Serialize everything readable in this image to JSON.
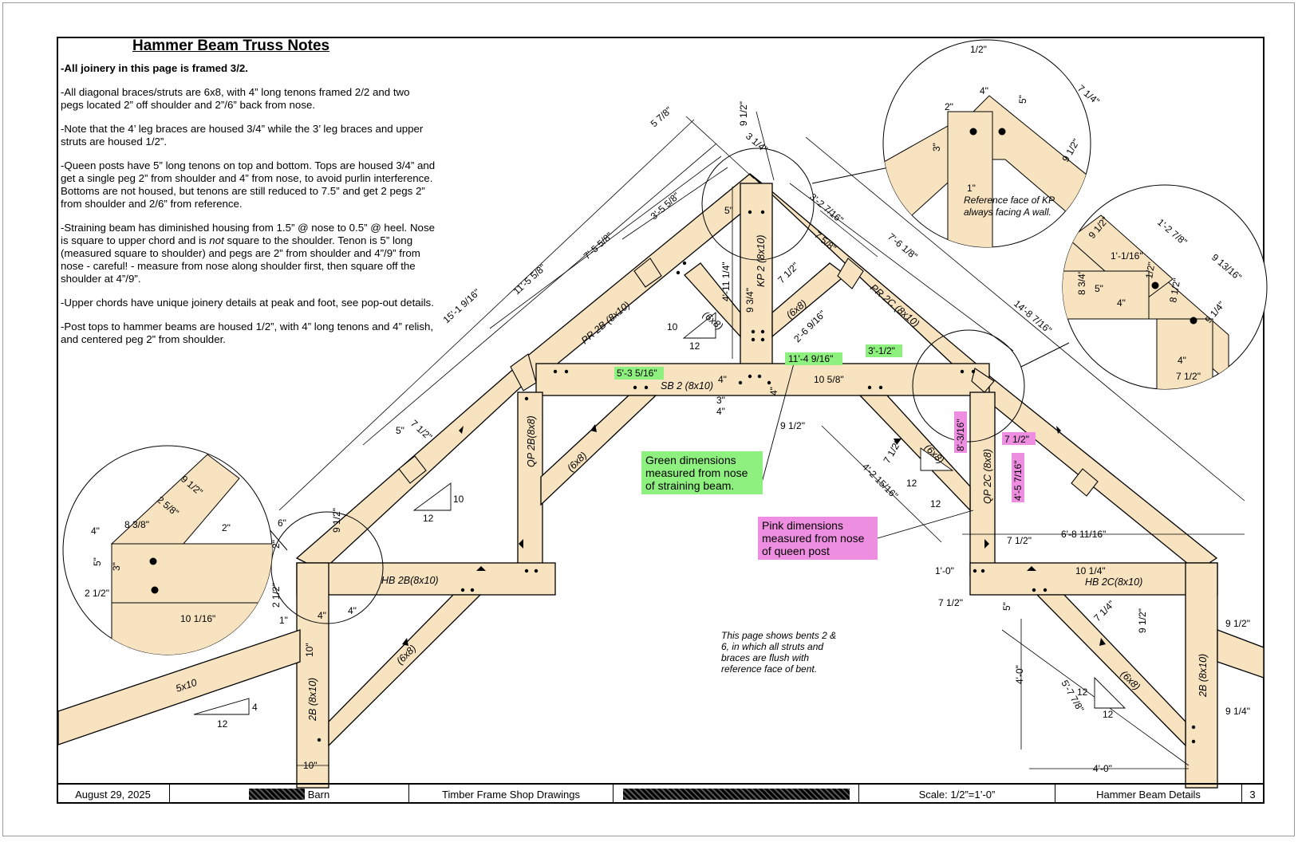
{
  "notes": {
    "title": "Hammer Beam Truss Notes",
    "n1": "-All joinery in this page is framed 3/2.",
    "n2": "-All diagonal braces/struts are 6x8, with 4” long tenons framed 2/2 and two pegs located 2” off shoulder and 2”/6” back from nose.",
    "n3": "-Note that the 4’ leg braces are housed 3/4” while the 3’ leg braces and upper struts are housed 1/2”.",
    "n4": "-Queen posts have 5” long tenons on top and bottom. Tops are housed 3/4” and get a single peg 2” from shoulder and 4” from nose, to avoid purlin interference. Bottoms are not housed, but tenons are still reduced to 7.5” and get 2 pegs 2” from shoulder and 2/6” from reference.",
    "n5a": "-Straining beam has diminished housing from 1.5” @ nose to 0.5” @ heel. Nose is square to upper chord and is ",
    "n5b": "not",
    "n5c": " square to the shoulder. Tenon is 5” long (measured square to shoulder) and pegs are 2” from shoulder and 4”/9” from nose - careful! - measure from nose along shoulder first, then square off the shoulder at 4”/9”.",
    "n6": "-Upper chords have unique joinery details at peak and foot, see pop-out details.",
    "n7": "-Post tops to hammer beams are housed 1/2”, with 4” long tenons and 4” relish, and centered peg 2” from shoulder."
  },
  "callouts": {
    "green": "Green dimensions measured from nose of straining beam.",
    "pink": "Pink dimensions measured from nose of queen post",
    "bents": "This page shows bents 2 & 6, in which all struts and braces are flush with reference face of bent.",
    "reference": "Reference face of KP always facing A wall."
  },
  "members": {
    "pr2b": "PR 2B (8x10)",
    "pr2c": "PR 2C (8x10)",
    "kp2": "KP 2 (8x10)",
    "sb2": "SB 2 (8x10)",
    "qp2b": "QP 2B(8x8)",
    "qp2c": "QP 2C (8x8)",
    "hb2b": "HB 2B(8x10)",
    "hb2c": "HB 2C(8x10)",
    "post2b": "2B (8x10)",
    "post2c": "2B (8x10)",
    "brace": "(6x8)",
    "beam5x10": "5x10"
  },
  "pitch": {
    "rise10": "10",
    "run12": "12",
    "rise4": "4"
  },
  "dims": {
    "d1": "15'-1 9/16\"",
    "d2": "11'-5 5/8\"",
    "d3": "7'-5 5/8\"",
    "d4": "3'-5 5/8\"",
    "d5": "5 7/8\"",
    "d6": "9 1/2\"",
    "d7": "3 1/4\"",
    "d8": "3'-2 7/16\"",
    "d9": "7'-6 1/8\"",
    "d10": "14'-8 7/16\"",
    "d11": "4'-11 1/4\"",
    "d12": "9 3/4\"",
    "d13": "7 5/8\"",
    "d14": "7 1/2\"",
    "d15": "2'-6 9/16\"",
    "d16": "5\"",
    "d17": "9 1/2\"",
    "d18": "4\"",
    "d19": "3\"",
    "d20": "4\"",
    "d21": "10 5/8\"",
    "d22": "4'-2 15/16\"",
    "d23": "7 1/2\"",
    "d24": "6'-8 11/16\"",
    "d25": "7 1/2\"",
    "d26": "1'-0\"",
    "d27": "10 1/4\"",
    "d28": "7 1/2\"",
    "d29": "9 1/2\"",
    "d30": "5\"",
    "d31": "7 1/4\"",
    "d32": "4'-0\"",
    "d33": "5'-7 7/8\"",
    "d34": "4'-0\"",
    "d35": "9 1/2\"",
    "d36": "9 1/4\"",
    "d37": "5\"",
    "d38": "7 1/2\"",
    "d39": "6\"",
    "d40": "9 1/2\"",
    "d41": "2\"",
    "d42": "2 1/2\"",
    "d43": "1\"",
    "d44": "4\"",
    "d45": "4\"",
    "d46": "10\"",
    "d47": "10\"",
    "d48": "8 3/8\"",
    "d49": "2 5/8\"",
    "d50": "9 1/2\"",
    "d51": "4\"",
    "d52": "5\"",
    "d53": "3\"",
    "d54": "2\"",
    "d55": "2 1/2\"",
    "d56": "10 1/16\"",
    "d57": "1/2\"",
    "d58": "4\"",
    "d59": "5\"",
    "d60": "7 1/4\"",
    "d61": "2\"",
    "d62": "3\"",
    "d63": "9 1/2\"",
    "d64": "1\"",
    "d65": "1'-2 7/8\"",
    "d66": "9 1/2\"",
    "d67": "1'-1/16\"",
    "d68": "8 3/4\"",
    "d69": "5\"",
    "d70": "4\"",
    "d71": "8 1/2\"",
    "d72": "9 13/16\"",
    "d73": "9 1/4\"",
    "d74": "4\"",
    "d75": "7 1/2\"",
    "d76": "1/2\"",
    "d77": "4\""
  },
  "green_dims": {
    "g1": "5'-3 5/16\"",
    "g2": "11'-4 9/16\"",
    "g3": "3'-1/2\""
  },
  "pink_dims": {
    "p1": "8'-3/16\"",
    "p2": "7 1/2\"",
    "p3": "4'-5 7/16\""
  },
  "titleblock": {
    "date": "August 29, 2025",
    "project": "Barn",
    "set": "Timber Frame Shop Drawings",
    "scale": "Scale: 1/2”=1’-0”",
    "sheet_title": "Hammer Beam Details",
    "sheet_no": "3"
  },
  "colors": {
    "timber": "#f7e3c0",
    "green": "#8ef07e",
    "pink": "#ee8ee0"
  }
}
